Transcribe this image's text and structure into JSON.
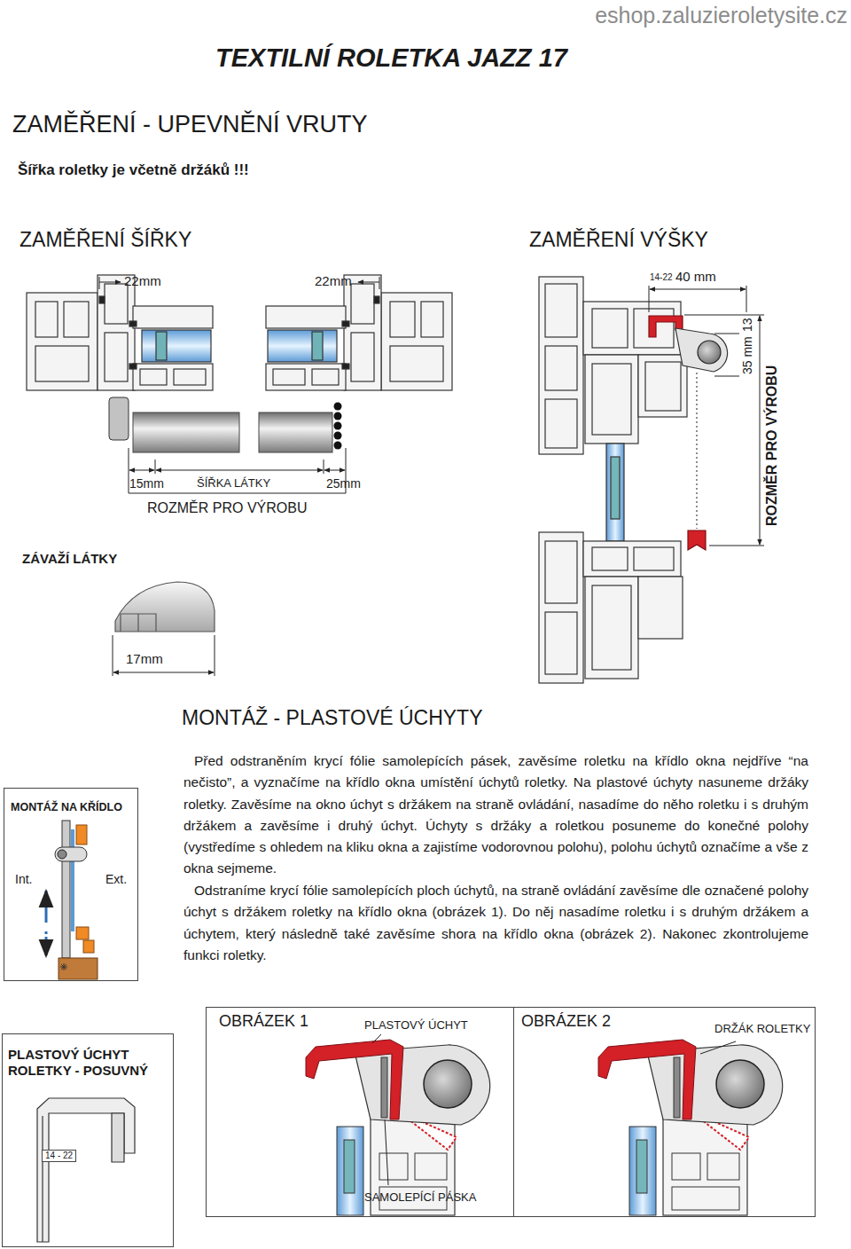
{
  "diagram": {
    "title": "TEXTILNÍ ROLETKA JAZZ 17",
    "nodes": [
      {
        "text": [
          "MONTÁŽ NA KŘÍDLO",
          "Int.",
          "Ext."
        ]
      },
      {
        "text": [
          "OBRÁZEK 1",
          "PLASTOVÝ ÚCHYT",
          "SAMOLEPÍCÍ PÁSKA"
        ]
      },
      {
        "text": [
          "OBRÁZEK 2",
          "DRŽÁK ROLETKY"
        ]
      },
      {
        "text": [
          "PLASTOVÝ ÚCHYT ROLETKY - POSUVNÝ",
          "14 - 22"
        ]
      }
    ],
    "labels": [
      "eshop.zaluzieroletysite.cz",
      "ZAMĚŘENÍ - UPEVNĚNÍ VRUTY",
      "Šířka roletky je včetně držáků !!!",
      "ZAMĚŘENÍ ŠÍŘKY",
      "ZAMĚŘENÍ VÝŠKY",
      "22mm",
      "22mm",
      "15mm",
      "ŠÍŘKA LÁTKY",
      "25mm",
      "ROZMĚR PRO VÝROBU",
      "14-22",
      "40 mm",
      "13",
      "35 mm",
      "ROZMĚR PRO VÝROBU",
      "ZÁVAŽÍ LÁTKY",
      "17mm",
      "MONTÁŽ - PLASTOVÉ ÚCHYTY",
      "Před odstraněním krycí fólie samolepících pásek, zavěsíme roletku na křídlo okna nejdříve “na nečisto”, a vyznačíme na křídlo okna umístění úchytů roletky. Na plastové úchyty nasuneme držáky roletky. Zavěsíme na okno úchyt s držákem na straně ovládání, nasadíme do něho roletku i s druhým držákem a zavěsíme i druhý úchyt. Úchyty s držáky a roletkou posuneme do konečné polohy (vystředíme s ohledem na kliku okna a zajistíme vodorovnou polohu), polohu úchytů označíme a vše z okna sejmeme.",
      "Odstraníme krycí fólie samolepících ploch úchytů, na straně ovládání zavěsíme dle označené polohy úchyt s držákem roletky na křídlo okna (obrázek 1). Do něj nasadíme roletku i s druhým držákem a úchytem, který následně také zavěsíme shora na křídlo okna (obrázek 2). Nakonec zkontrolujeme funkci roletky."
    ]
  }
}
